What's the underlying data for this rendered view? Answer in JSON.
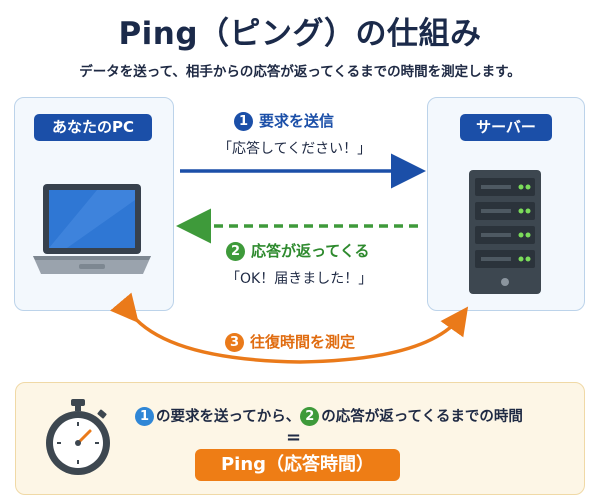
{
  "title": "Ping（ピング）の仕組み",
  "subtitle": "データを送って、相手からの応答が返ってくるまでの時間を測定します。",
  "pc": {
    "label": "あなたのPC"
  },
  "server": {
    "label": "サーバー"
  },
  "steps": [
    {
      "number": "1",
      "label": "要求を送信",
      "quote": "「応答してください！」"
    },
    {
      "number": "2",
      "label": "応答が返ってくる",
      "quote": "「OK！届きました！」"
    },
    {
      "number": "3",
      "label": "往復時間を測定"
    }
  ],
  "summary": {
    "num1": "1",
    "text1": "の要求を送ってから、",
    "num2": "2",
    "text2": "の応答が返ってくるまでの時間",
    "equals": "=",
    "result": "Ping（応答時間）"
  },
  "colors": {
    "blue": "#1b4fa8",
    "green": "#3e9a3a",
    "orange": "#ea7a1a",
    "panel_bg": "#f3f8fd",
    "summary_bg": "#fdf6e6"
  },
  "icons": [
    "laptop-icon",
    "server-icon",
    "stopwatch-icon"
  ]
}
